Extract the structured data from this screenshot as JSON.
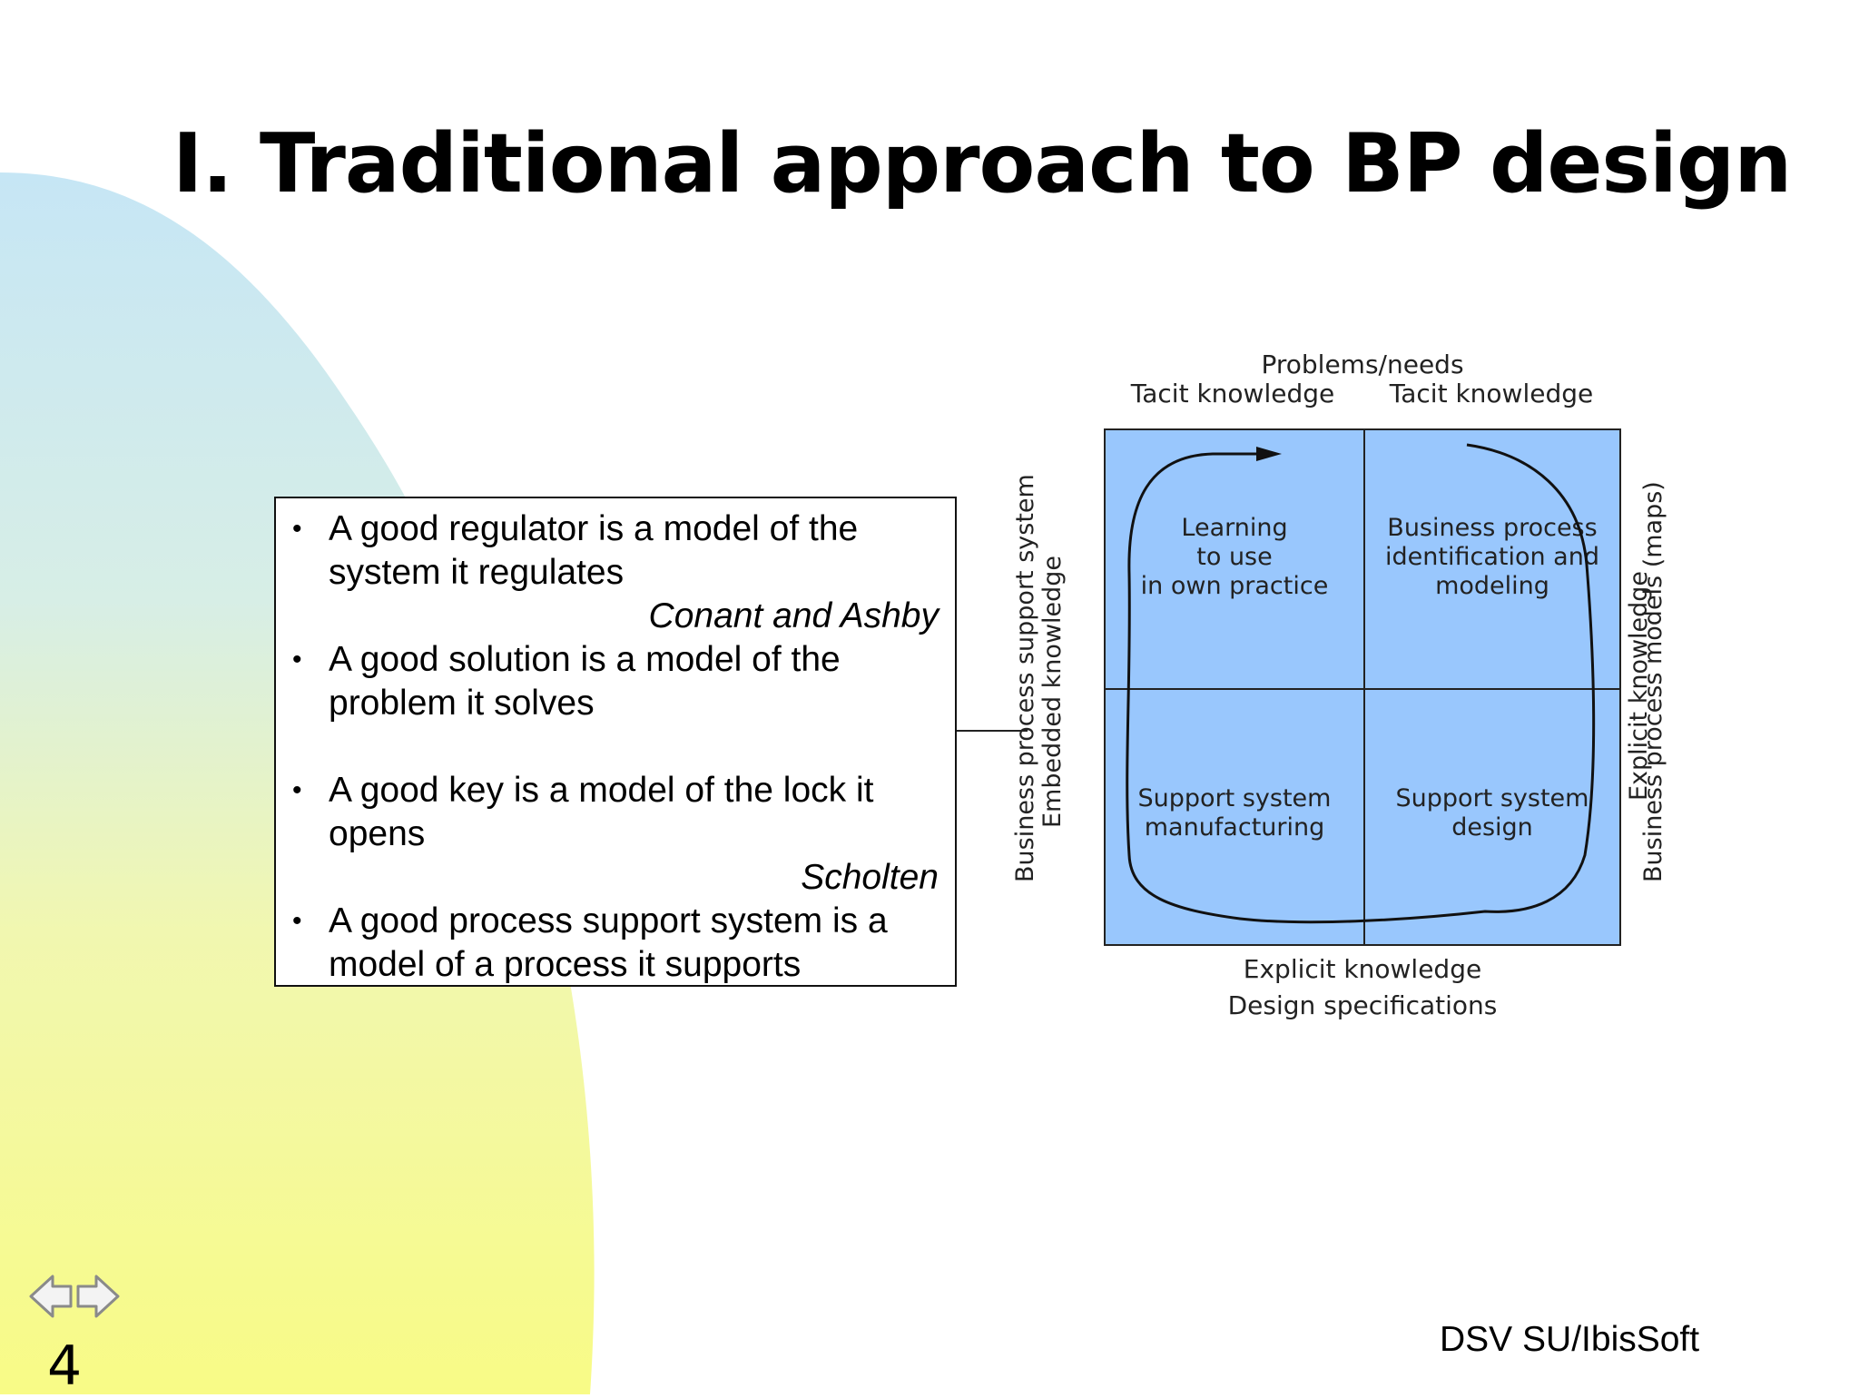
{
  "slide": {
    "title": "I. Traditional approach to BP design",
    "page_number": "4",
    "footer": "DSV SU/IbisSoft"
  },
  "quotes": [
    {
      "text": "A good regulator is a model of the system it regulates",
      "attribution": "Conant and Ashby"
    },
    {
      "text": "A good solution is a model of the problem it solves",
      "attribution": ""
    },
    {
      "text": "A good key is a model of the lock it opens",
      "attribution": "Scholten"
    },
    {
      "text": "A good process support system is a model of a process it supports",
      "attribution": ""
    }
  ],
  "diagram": {
    "top_label": "Problems/needs",
    "top_left_label": "Tacit knowledge",
    "top_right_label": "Tacit knowledge",
    "bottom_label_1": "Explicit knowledge",
    "bottom_label_2": "Design specifications",
    "left_label_outer": "Business process support system",
    "left_label_inner": "Embedded knowledge",
    "right_label_inner": "Explicit knowledge",
    "right_label_outer": "Business process models (maps)",
    "quadrants": {
      "top_left": [
        "Learning",
        "to use",
        "in own practice"
      ],
      "top_right": [
        "Business process",
        "identification and",
        "modeling"
      ],
      "bottom_left": [
        "Support system",
        "manufacturing"
      ],
      "bottom_right": [
        "Support system",
        "design"
      ]
    },
    "grid_color": "#99c7fd"
  },
  "theme": {
    "blob_blue": "#c9e9f6",
    "blob_yellow": "#f8fb88"
  },
  "nav": {
    "prev_icon": "arrow-left-icon",
    "next_icon": "arrow-right-icon"
  }
}
